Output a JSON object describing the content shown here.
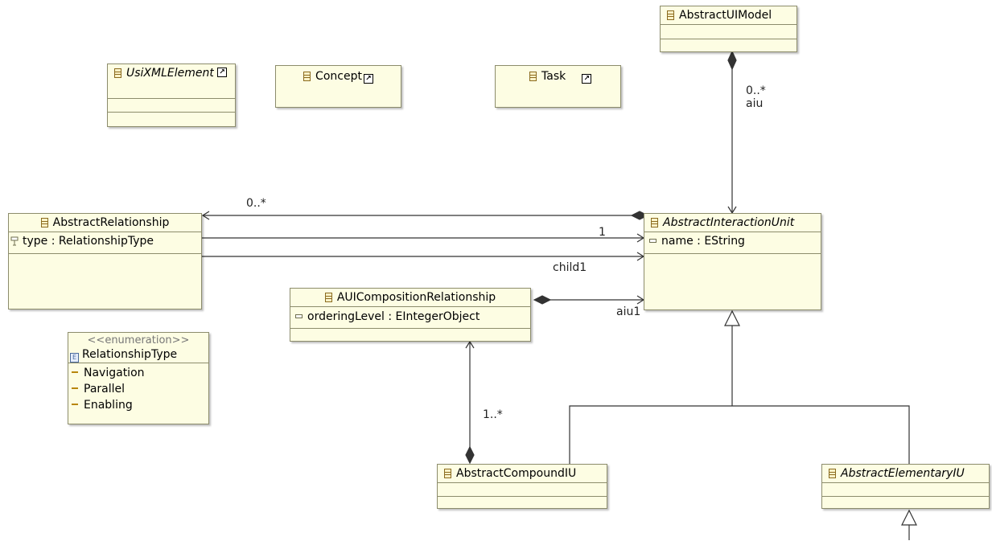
{
  "classes": {
    "abstract_ui_model": {
      "name": "AbstractUIModel"
    },
    "usixml_element": {
      "name": "UsiXMLElement"
    },
    "concept": {
      "name": "Concept"
    },
    "task": {
      "name": "Task"
    },
    "abstract_relationship": {
      "name": "AbstractRelationship",
      "attrs": [
        "type : RelationshipType"
      ]
    },
    "abstract_interaction_unit": {
      "name": "AbstractInteractionUnit",
      "attrs": [
        "name : EString"
      ]
    },
    "aui_composition_relationship": {
      "name": "AUICompositionRelationship",
      "attrs": [
        "orderingLevel : EIntegerObject"
      ]
    },
    "relationship_type": {
      "stereotype": "<<enumeration>>",
      "name": "RelationshipType",
      "literals": [
        "Navigation",
        "Parallel",
        "Enabling"
      ]
    },
    "abstract_compound_iu": {
      "name": "AbstractCompoundIU"
    },
    "abstract_elementary_iu": {
      "name": "AbstractElementaryIU"
    }
  },
  "edge_labels": {
    "model_aiu_mult": "0..*",
    "model_aiu_role": "aiu",
    "rel_mult": "0..*",
    "one": "1",
    "child1": "child1",
    "aiu1": "aiu1",
    "compound_mult": "1..*"
  },
  "icons": {
    "class": "class-icon",
    "shortcut": "shortcut-arrow-icon",
    "attribute": "attribute-icon",
    "enumeration": "enumeration-icon",
    "literal": "enum-literal-icon"
  }
}
